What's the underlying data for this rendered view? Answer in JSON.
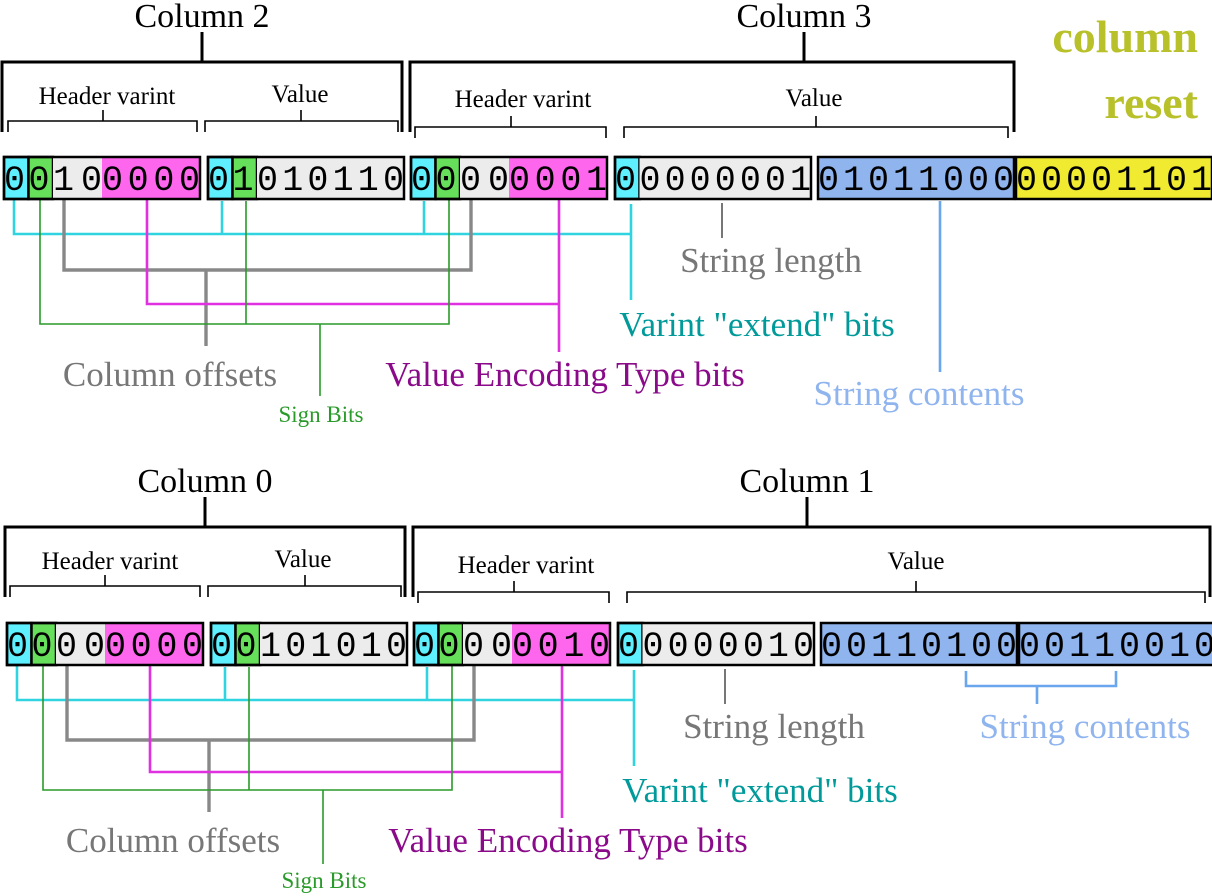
{
  "colors": {
    "extend_bit": "#5ef0ff",
    "sign_bit": "#66e05a",
    "offset_bits": "#ececec",
    "encoding_bits": "#ff66ee",
    "string_contents": "#8fb4ee",
    "column_reset": "#f0ea30",
    "cyan_line": "#30d4e0",
    "gray_line": "#888888",
    "magenta_line": "#e030e0",
    "green_line": "#2a9a2a",
    "blue_line": "#6aa6ee",
    "teal_text": "#009a9a",
    "purple_text": "#8a0a8a",
    "olive_text": "#b8c02a",
    "light_blue_text": "#8fb4ee"
  },
  "top": {
    "column_a_label": "Column 2",
    "column_b_label": "Column 3",
    "column_reset_line1": "column",
    "column_reset_line2": "reset",
    "header_varint_a": "Header varint",
    "value_a": "Value",
    "header_varint_b": "Header varint",
    "value_b": "Value",
    "bytes": [
      {
        "segments": [
          {
            "text": "0",
            "kind": "extend"
          },
          {
            "text": "0",
            "kind": "sign"
          },
          {
            "text": "10",
            "kind": "offset"
          },
          {
            "text": "0000",
            "kind": "encoding"
          }
        ]
      },
      {
        "segments": [
          {
            "text": "0",
            "kind": "extend"
          },
          {
            "text": "1",
            "kind": "sign"
          },
          {
            "text": "010110",
            "kind": "plain"
          }
        ]
      },
      {
        "segments": [
          {
            "text": "0",
            "kind": "extend"
          },
          {
            "text": "0",
            "kind": "sign"
          },
          {
            "text": "00",
            "kind": "offset"
          },
          {
            "text": "0001",
            "kind": "encoding"
          }
        ]
      },
      {
        "segments": [
          {
            "text": "0",
            "kind": "extend"
          },
          {
            "text": "0000001",
            "kind": "plain"
          }
        ]
      },
      {
        "segments": [
          {
            "text": "01011000",
            "kind": "string"
          }
        ]
      },
      {
        "segments": [
          {
            "text": "00001101",
            "kind": "reset"
          }
        ]
      }
    ],
    "string_length_label": "String length",
    "extend_label": "Varint \"extend\" bits",
    "column_offsets_label": "Column offsets",
    "encoding_label": "Value Encoding Type bits",
    "string_contents_label": "String contents",
    "sign_bits_label": "Sign Bits"
  },
  "bottom": {
    "column_a_label": "Column 0",
    "column_b_label": "Column 1",
    "header_varint_a": "Header varint",
    "value_a": "Value",
    "header_varint_b": "Header varint",
    "value_b": "Value",
    "bytes": [
      {
        "segments": [
          {
            "text": "0",
            "kind": "extend"
          },
          {
            "text": "0",
            "kind": "sign"
          },
          {
            "text": "00",
            "kind": "offset"
          },
          {
            "text": "0000",
            "kind": "encoding"
          }
        ]
      },
      {
        "segments": [
          {
            "text": "0",
            "kind": "extend"
          },
          {
            "text": "0",
            "kind": "sign"
          },
          {
            "text": "101010",
            "kind": "plain"
          }
        ]
      },
      {
        "segments": [
          {
            "text": "0",
            "kind": "extend"
          },
          {
            "text": "0",
            "kind": "sign"
          },
          {
            "text": "00",
            "kind": "offset"
          },
          {
            "text": "0010",
            "kind": "encoding"
          }
        ]
      },
      {
        "segments": [
          {
            "text": "0",
            "kind": "extend"
          },
          {
            "text": "0000010",
            "kind": "plain"
          }
        ]
      },
      {
        "segments": [
          {
            "text": "00110100",
            "kind": "string"
          }
        ]
      },
      {
        "segments": [
          {
            "text": "00110010",
            "kind": "string"
          }
        ]
      }
    ],
    "string_length_label": "String length",
    "extend_label": "Varint \"extend\" bits",
    "column_offsets_label": "Column offsets",
    "encoding_label": "Value Encoding Type bits",
    "string_contents_label": "String contents",
    "sign_bits_label": "Sign Bits"
  }
}
